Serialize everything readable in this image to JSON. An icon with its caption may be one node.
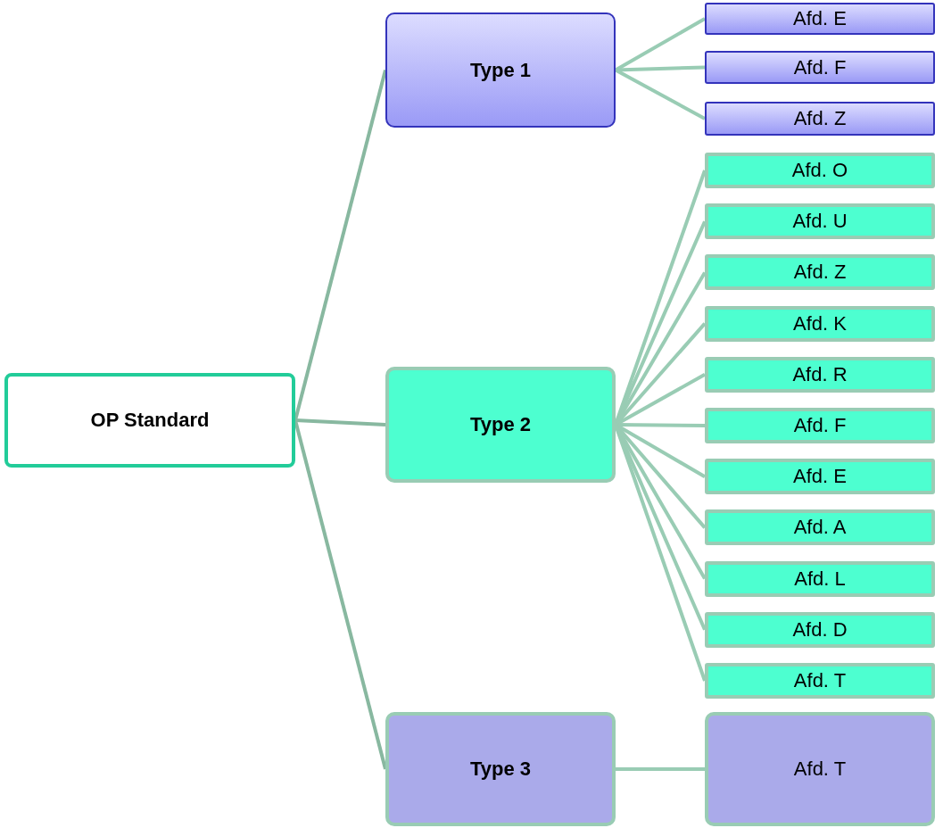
{
  "diagram": {
    "nodes": [
      {
        "text": [
          "OP Standard"
        ]
      },
      {
        "text": [
          "Type 1"
        ]
      },
      {
        "text": [
          "Afd. E"
        ]
      },
      {
        "text": [
          "Afd. F"
        ]
      },
      {
        "text": [
          "Afd. Z"
        ]
      },
      {
        "text": [
          "Type 2"
        ]
      },
      {
        "text": [
          "Afd. O"
        ]
      },
      {
        "text": [
          "Afd. U"
        ]
      },
      {
        "text": [
          "Afd. Z"
        ]
      },
      {
        "text": [
          "Afd. K"
        ]
      },
      {
        "text": [
          "Afd. R"
        ]
      },
      {
        "text": [
          "Afd. F"
        ]
      },
      {
        "text": [
          "Afd. E"
        ]
      },
      {
        "text": [
          "Afd. A"
        ]
      },
      {
        "text": [
          "Afd. L"
        ]
      },
      {
        "text": [
          "Afd. D"
        ]
      },
      {
        "text": [
          "Afd. T"
        ]
      },
      {
        "text": [
          "Type 3"
        ]
      },
      {
        "text": [
          "Afd. T"
        ]
      }
    ],
    "edges": [
      {
        "from": 0,
        "to": 1,
        "arrow": "none",
        "color": "#88b8a0"
      },
      {
        "from": 0,
        "to": 5,
        "arrow": "none",
        "color": "#88b8a0"
      },
      {
        "from": 0,
        "to": 17,
        "arrow": "none",
        "color": "#88b8a0"
      },
      {
        "from": 1,
        "to": 2,
        "arrow": "none"
      },
      {
        "from": 1,
        "to": 3,
        "arrow": "none"
      },
      {
        "from": 1,
        "to": 4,
        "arrow": "none"
      },
      {
        "from": 5,
        "to": 6,
        "arrow": "none"
      },
      {
        "from": 5,
        "to": 7,
        "arrow": "none"
      },
      {
        "from": 5,
        "to": 8,
        "arrow": "none"
      },
      {
        "from": 5,
        "to": 9,
        "arrow": "none"
      },
      {
        "from": 5,
        "to": 10,
        "arrow": "none"
      },
      {
        "from": 5,
        "to": 11,
        "arrow": "none"
      },
      {
        "from": 5,
        "to": 12,
        "arrow": "none"
      },
      {
        "from": 5,
        "to": 13,
        "arrow": "none"
      },
      {
        "from": 5,
        "to": 14,
        "arrow": "none"
      },
      {
        "from": 5,
        "to": 15,
        "arrow": "none"
      },
      {
        "from": 5,
        "to": 16,
        "arrow": "none"
      },
      {
        "from": 17,
        "to": 18,
        "arrow": "none"
      }
    ]
  }
}
